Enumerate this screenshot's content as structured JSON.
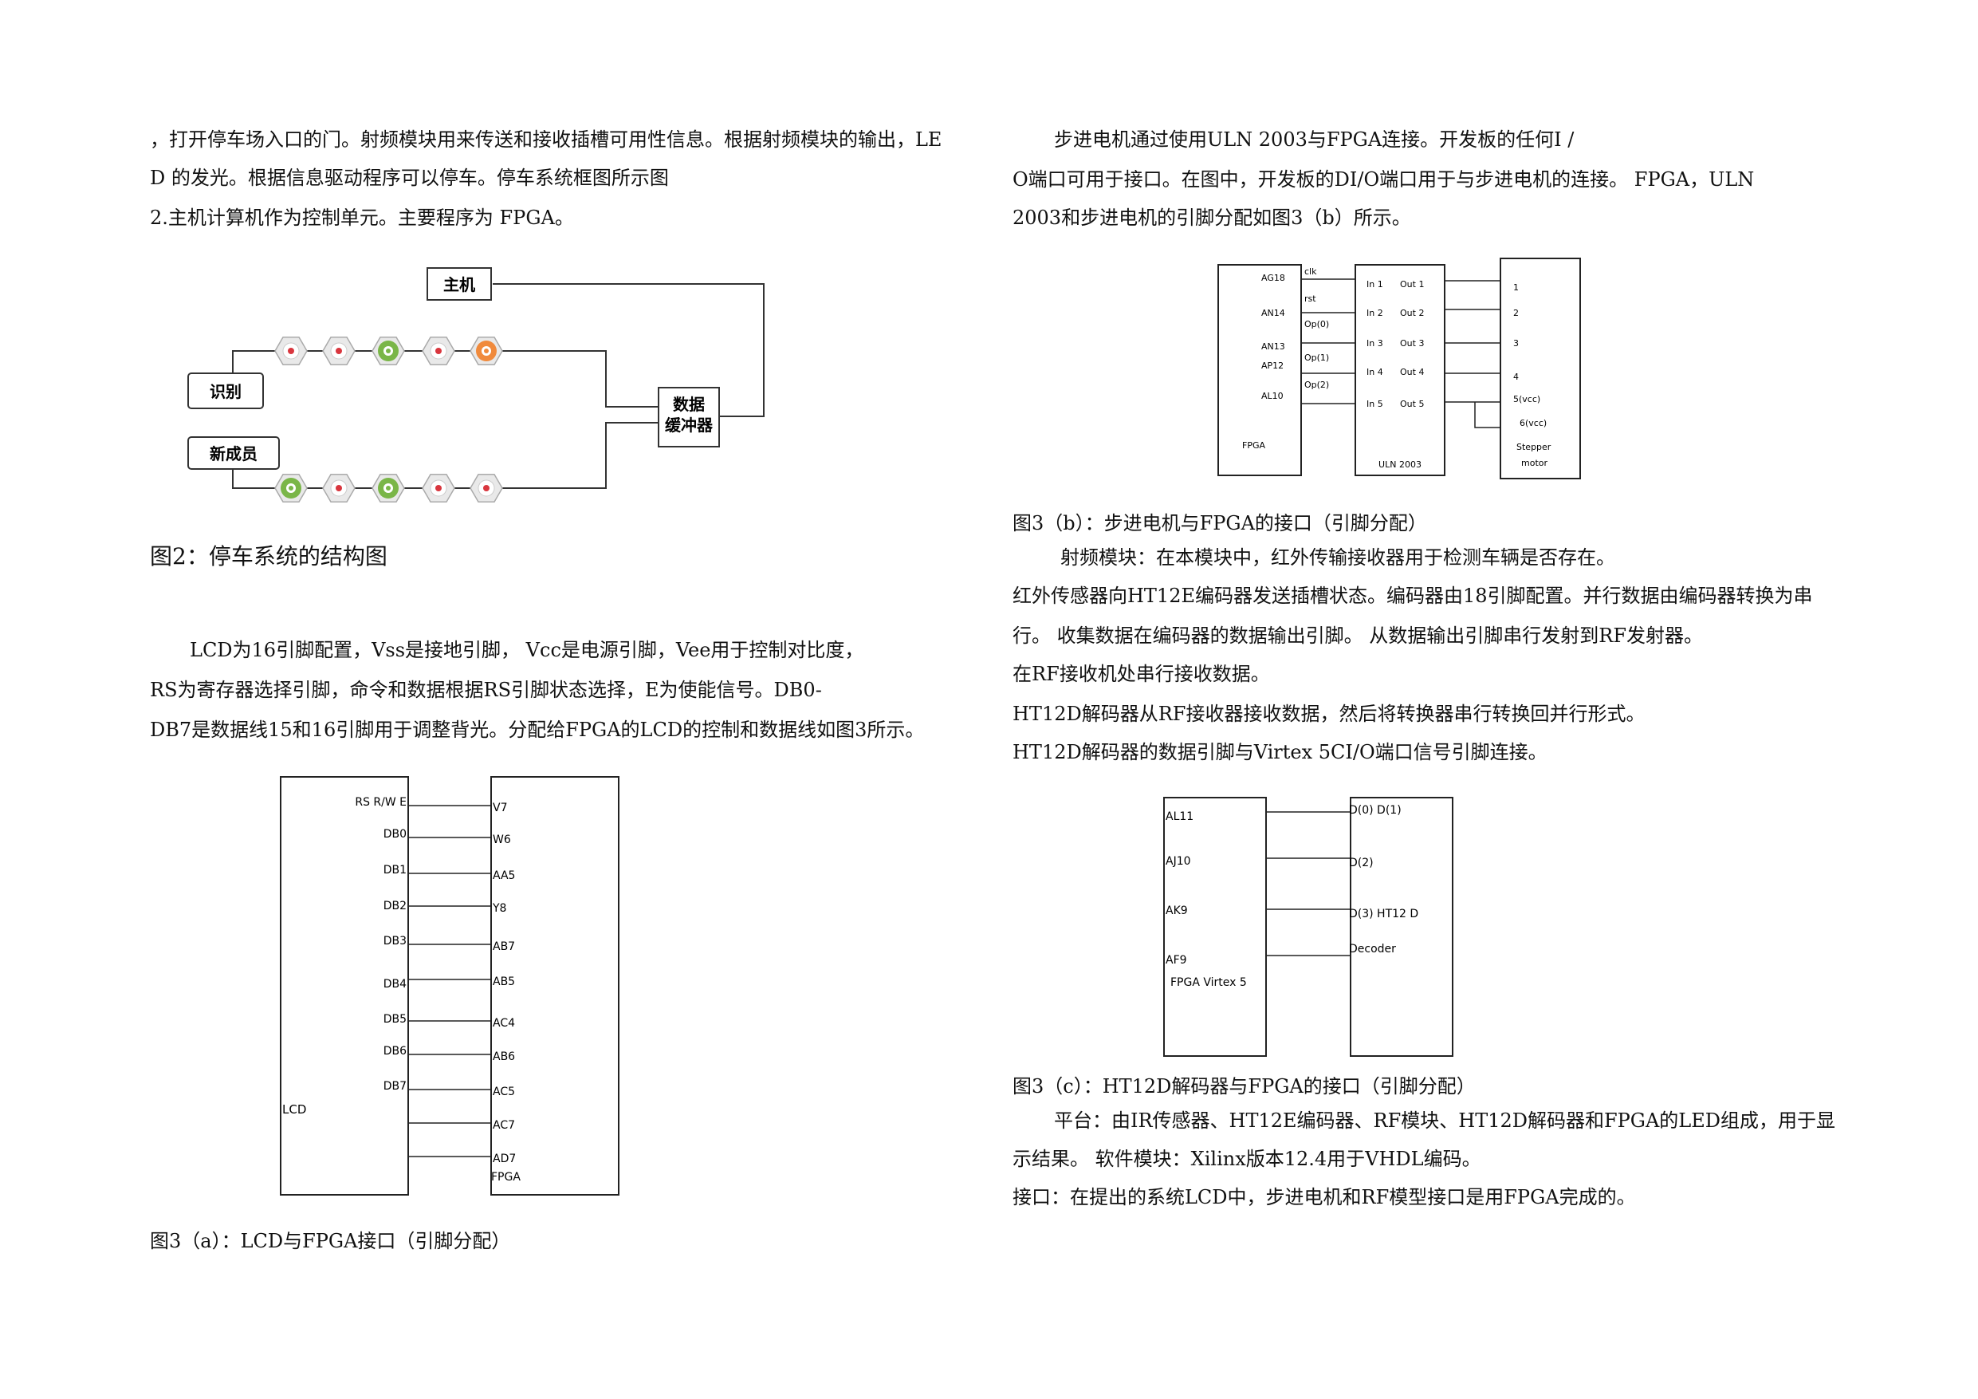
{
  "left": {
    "para1": [
      "，打开停车场入口的门。射频模块用来传送和接收插槽可用性信息。根据射频模块的输出，LE",
      "D 的发光。根据信息驱动程序可以停车。停车系统框图所示图",
      "2.主机计算机作为控制单元。主要程序为 FPGA。"
    ],
    "fig2": {
      "host": "主机",
      "identify": "识别",
      "new_member": "新成员",
      "buffer_line1": "数据",
      "buffer_line2": "缓冲器",
      "caption": "图2：停车系统的结构图"
    },
    "para2": [
      "LCD为16引脚配置，Vss是接地引脚， Vcc是电源引脚，Vee用于控制对比度，",
      "RS为寄存器选择引脚，命令和数据根据RS引脚状态选择，E为使能信号。DB0-",
      "DB7是数据线15和16引脚用于调整背光。分配给FPGA的LCD的控制和数据线如图3所示。"
    ],
    "fig3a": {
      "left_labels": [
        "RS R/W E",
        "DB0",
        "DB1",
        "DB2",
        "DB3",
        "DB4",
        "DB5",
        "DB6",
        "DB7"
      ],
      "right_labels": [
        "V7",
        "W6",
        "AA5",
        "Y8",
        "AB7",
        "AB5",
        "AC4",
        "AB6",
        "AC5",
        "AC7",
        "AD7"
      ],
      "lcd": "LCD",
      "fpga": "FPGA",
      "caption": "图3（a）：LCD与FPGA接口（引脚分配）"
    }
  },
  "right": {
    "para1": [
      "步进电机通过使用ULN 2003与FPGA连接。开发板的任何I /",
      "O端口可用于接口。在图中，开发板的DI/O端口用于与步进电机的连接。 FPGA，ULN",
      "2003和步进电机的引脚分配如图3（b）所示。"
    ],
    "fig3b": {
      "fpga_pins": [
        "AG18",
        "AN14",
        "AN13",
        "AP12",
        "AL10"
      ],
      "fpga": "FPGA",
      "signals": [
        "clk",
        "rst",
        "Op(0)",
        "Op(1)",
        "Op(2)"
      ],
      "uln_in": [
        "In 1",
        "In 2",
        "In 3",
        "In 4",
        "In 5"
      ],
      "uln_out": [
        "Out 1",
        "Out 2",
        "Out 3",
        "Out 4",
        "Out 5"
      ],
      "uln": "ULN 2003",
      "motor_pins": [
        "1",
        "2",
        "3",
        "4",
        "5(vcc)",
        "6(vcc)"
      ],
      "motor_line1": "Stepper",
      "motor_line2": "motor",
      "caption": "图3（b）：步进电机与FPGA的接口（引脚分配）"
    },
    "para2": [
      "射频模块：在本模块中，红外传输接收器用于检测车辆是否存在。",
      "红外传感器向HT12E编码器发送插槽状态。编码器由18引脚配置。并行数据由编码器转换为串",
      "行。 收集数据在编码器的数据输出引脚。 从数据输出引脚串行发射到RF发射器。",
      "在RF接收机处串行接收数据。",
      "HT12D解码器从RF接收器接收数据，然后将转换器串行转换回并行形式。",
      "HT12D解码器的数据引脚与Virtex 5CI/O端口信号引脚连接。"
    ],
    "fig3c": {
      "fpga_pins": [
        "AL11",
        "AJ10",
        "AK9",
        "AF9"
      ],
      "fpga": "FPGA Virtex 5",
      "dec_labels": [
        "D(0) D(1)",
        "D(2)",
        "D(3) HT12 D",
        "Decoder"
      ],
      "caption": "图3（c）：HT12D解码器与FPGA的接口（引脚分配）"
    },
    "para3": [
      "平台：由IR传感器、HT12E编码器、RF模块、HT12D解码器和FPGA的LED组成，用于显",
      "示结果。 软件模块：Xilinx版本12.4用于VHDL编码。",
      "接口：在提出的系统LCD中，步进电机和RF模型接口是用FPGA完成的。"
    ]
  },
  "colors": {
    "green": "#7ab648",
    "orange": "#f08a3c",
    "red_dot": "#d9363e",
    "line": "#333333"
  }
}
